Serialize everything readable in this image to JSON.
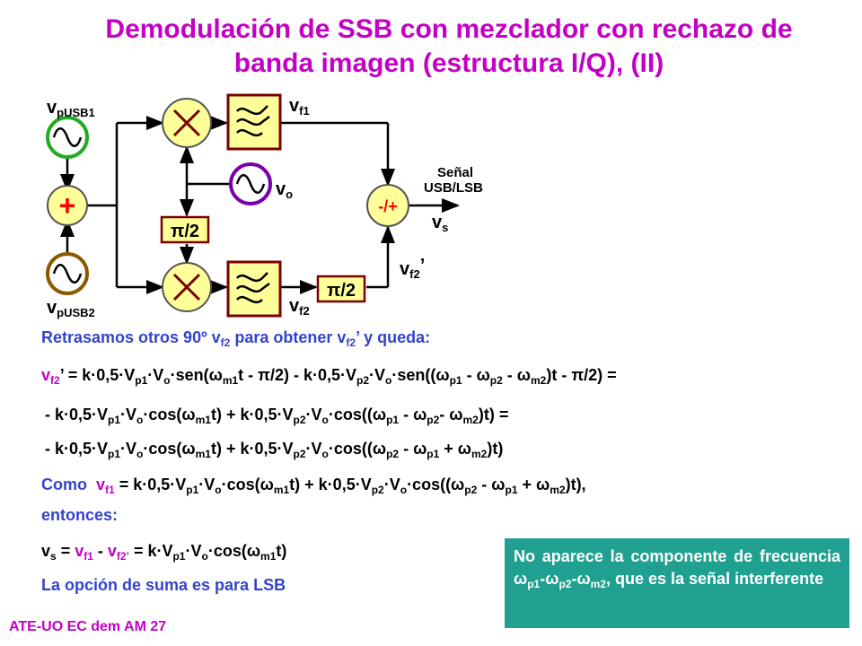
{
  "title": {
    "line1": "Demodulación de SSB con mezclador con rechazo de",
    "line2": "banda imagen (estructura I/Q), (II)"
  },
  "diagram": {
    "source1_label": "v",
    "source1_sub": "pUSB1",
    "source2_label": "v",
    "source2_sub": "pUSB2",
    "lo_label": "v",
    "lo_sub": "o",
    "adder_symbol": "+",
    "combiner_symbol": "-/+",
    "phase_shift_top": "π/2",
    "phase_shift_bottom": "π/2",
    "vf1_label": "v",
    "vf1_sub": "f1",
    "vf2_label": "v",
    "vf2_sub": "f2",
    "vf2p_label": "v",
    "vf2p_sub": "f2",
    "vf2p_prime": "’",
    "output_line1": "Señal",
    "output_line2": "USB/LSB",
    "vs_label": "v",
    "vs_sub": "s",
    "colors": {
      "wire": "#000000",
      "box_border": "#7a0000",
      "mixer_fill": "#ffff99",
      "mixer_border": "#555555",
      "source_green": "#22aa22",
      "source_brown": "#8a5a00",
      "source_purple": "#7a00aa",
      "sum_fill": "#ffff99",
      "sum_text": "#ff0000"
    }
  },
  "body": {
    "intro": "Retrasamos otros 90º v",
    "intro_sub": "f2",
    "intro_mid": " para obtener v",
    "intro_sub2": "f2",
    "intro_end": "’ y queda:",
    "eq1": "v<sub>f2</sub>’ = k·0,5·V<sub>p1</sub>·V<sub>o</sub>·sen(ω<sub>m1</sub>t - π/2) - k·0,5·V<sub>p2</sub>·V<sub>o</sub>·sen((ω<sub>p1</sub> - ω<sub>p2</sub> - ω<sub>m2</sub>)t - π/2) =",
    "eq2": "- k·0,5·V<sub>p1</sub>·V<sub>o</sub>·cos(ω<sub>m1</sub>t) + k·0,5·V<sub>p2</sub>·V<sub>o</sub>·cos((ω<sub>p1</sub> - ω<sub>p2</sub>- ω<sub>m2</sub>)t) =",
    "eq3": "- k·0,5·V<sub>p1</sub>·V<sub>o</sub>·cos(ω<sub>m1</sub>t) + k·0,5·V<sub>p2</sub>·V<sub>o</sub>·cos((ω<sub>p2</sub> - ω<sub>p1</sub> + ω<sub>m2</sub>)t)",
    "como": "Como",
    "eq4": "v<sub>f1</sub> = k·0,5·V<sub>p1</sub>·V<sub>o</sub>·cos(ω<sub>m1</sub>t) + k·0,5·V<sub>p2</sub>·V<sub>o</sub>·cos((ω<sub>p2</sub> - ω<sub>p1</sub> + ω<sub>m2</sub>)t),",
    "entonces": "entonces:",
    "eq5": "v<sub>s</sub> = v<sub>f1</sub> - v<sub>f2’</sub> = k·V<sub>p1</sub>·V<sub>o</sub>·cos(ω<sub>m1</sub>t)",
    "conclusion": "La opción de suma es para LSB"
  },
  "note": "No aparece la componente de frecuencia ω<sub>p1</sub>-ω<sub>p2</sub>-ω<sub>m2</sub>, que es la señal interferente",
  "footer": "ATE-UO EC dem AM 27"
}
